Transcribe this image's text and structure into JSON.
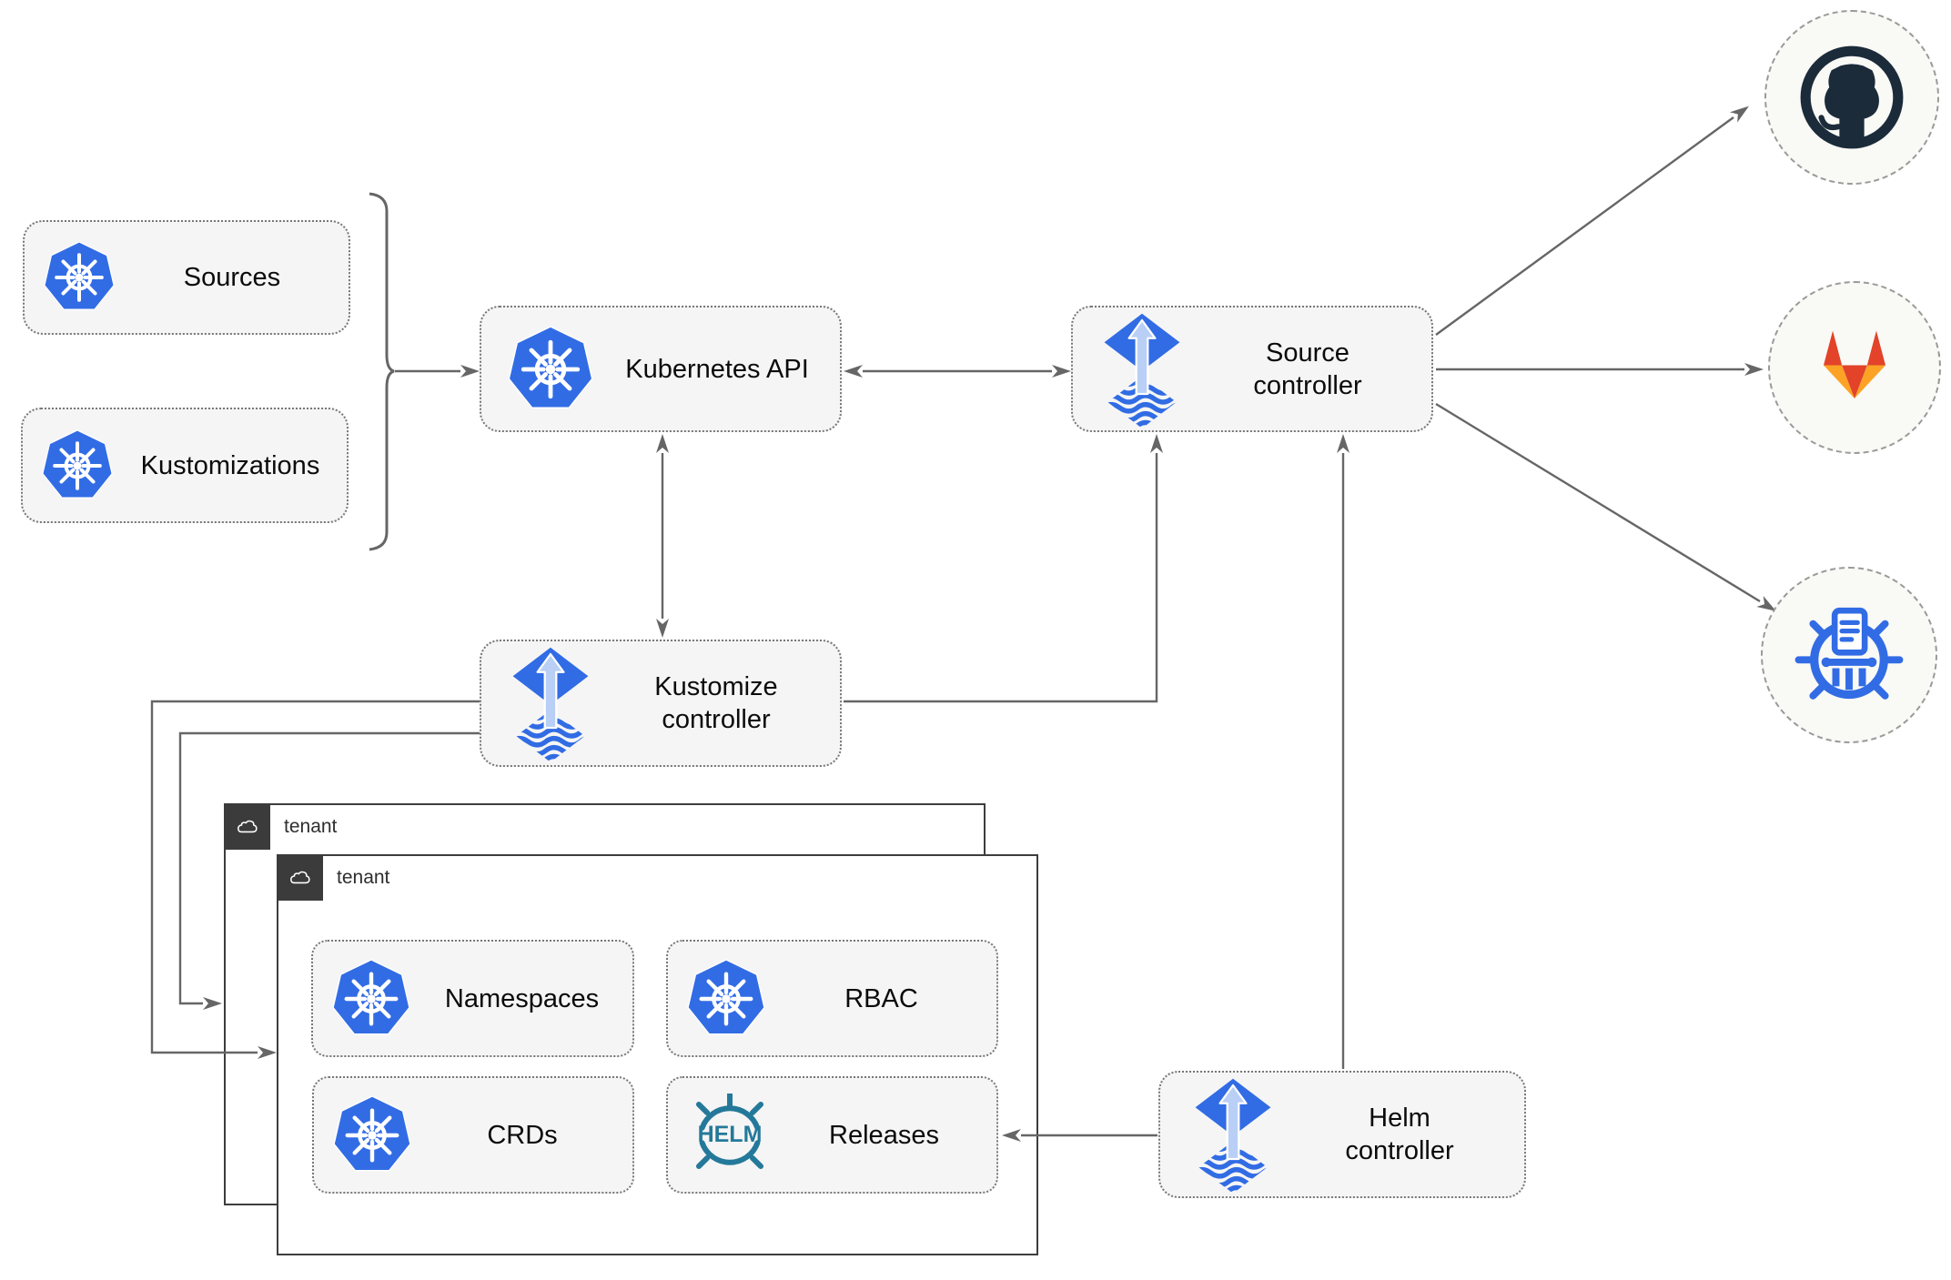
{
  "colors": {
    "kubernetes_blue": "#326ce5",
    "flux_blue": "#316ce4",
    "flux_arrow_light": "#b9cff5",
    "helm_teal": "#24799a",
    "line_gray": "#666666",
    "node_fill": "#f5f5f5",
    "node_border": "#777777",
    "tenant_label_bg": "#3b3b3b",
    "tenant_border": "#3d3d3d",
    "github_dark": "#1b2b3a",
    "gitlab_red": "#e24329",
    "gitlab_orange": "#fca326",
    "badge_circle_fill": "#f9f9f6",
    "badge_circle_border": "#9a9a9a"
  },
  "nodes": {
    "sources": {
      "label": "Sources"
    },
    "kustomizations": {
      "label": "Kustomizations"
    },
    "kubernetes_api": {
      "label": "Kubernetes API"
    },
    "source_controller": {
      "line1": "Source",
      "line2": "controller"
    },
    "kustomize_controller": {
      "line1": "Kustomize",
      "line2": "controller"
    },
    "helm_controller": {
      "line1": "Helm",
      "line2": "controller"
    },
    "namespaces": {
      "label": "Namespaces"
    },
    "rbac": {
      "label": "RBAC"
    },
    "crds": {
      "label": "CRDs"
    },
    "releases": {
      "label": "Releases"
    }
  },
  "tenants": {
    "back_label": "tenant",
    "front_label": "tenant"
  },
  "icons": {
    "helm_wordmark": "HELM"
  }
}
